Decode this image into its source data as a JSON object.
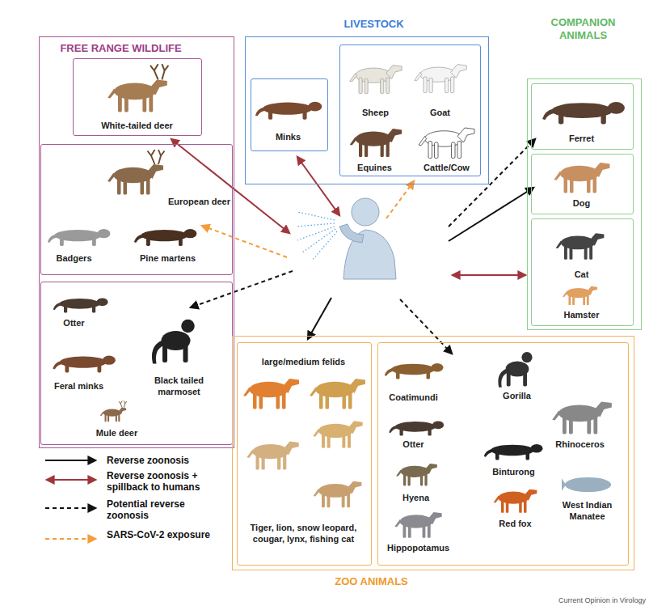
{
  "diagram": {
    "nodes": [
      {
        "text": [
          "FREE RANGE WILDLIFE"
        ]
      },
      {
        "text": [
          "White-tailed deer"
        ],
        "in": 0
      },
      {
        "text": [
          "European deer",
          "Badgers",
          "Pine martens"
        ],
        "in": 0
      },
      {
        "text": [
          "Otter",
          "Feral minks",
          "Black tailed marmoset",
          "Mule deer"
        ],
        "in": 0
      },
      {
        "text": [
          "LIVESTOCK"
        ]
      },
      {
        "text": [
          "Minks"
        ],
        "in": 4
      },
      {
        "text": [
          "Sheep",
          "Goat",
          "Equines",
          "Cattle/Cow"
        ],
        "in": 4
      },
      {
        "text": [
          "COMPANION ANIMALS"
        ]
      },
      {
        "text": [
          "Ferret"
        ],
        "in": 7
      },
      {
        "text": [
          "Dog"
        ],
        "in": 7
      },
      {
        "text": [
          "Cat",
          "Hamster"
        ],
        "in": 7
      },
      {
        "text": [
          "ZOO ANIMALS"
        ]
      },
      {
        "text": [
          "large/medium felids",
          "Tiger, lion, snow leopard, cougar, lynx, fishing cat"
        ],
        "in": 11
      },
      {
        "text": [
          "Coatimundi",
          "Gorilla",
          "Otter",
          "Rhinoceros",
          "Binturong",
          "Hyena",
          "West Indian Manatee",
          "Red fox",
          "Hippopotamus"
        ],
        "in": 11
      }
    ],
    "labels": [
      "Current Opinion in Virology"
    ],
    "legend": [
      {
        "text": "Reverse zoonosis"
      },
      {
        "text": "Reverse zoonosis + spillback to humans"
      },
      {
        "text": "Potential reverse zoonosis"
      },
      {
        "text": "SARS-CoV-2 exposure"
      }
    ]
  }
}
